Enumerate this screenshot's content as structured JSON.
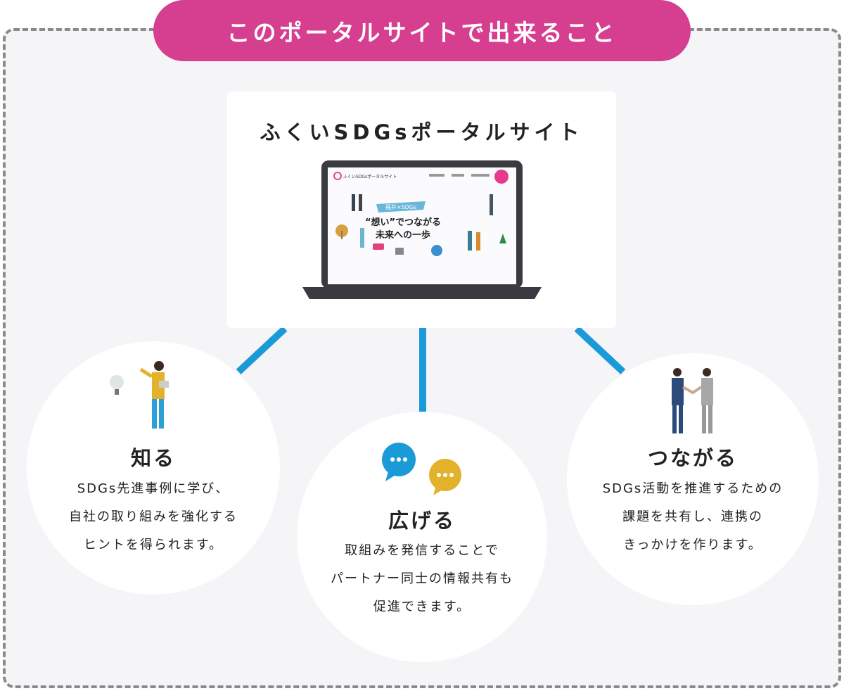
{
  "header": {
    "title": "このポータルサイトで出来ること"
  },
  "portal": {
    "title": "ふくいSDGsポータルサイト",
    "screen": {
      "site_name": "ふくいSDGsポータルサイト",
      "ribbon": "福井×SDGs",
      "headline1": "“想い”でつながる",
      "headline2": "未来への一歩"
    }
  },
  "colors": {
    "accent": "#d63f8f",
    "connector": "#1a9bd7",
    "bubble_blue": "#1a9bd7",
    "bubble_yellow": "#e3b22b"
  },
  "features": [
    {
      "icon": "person-with-lightbulb-icon",
      "title": "知る",
      "lines": [
        "SDGs先進事例に学び、",
        "自社の取り組みを強化する",
        "ヒントを得られます。"
      ]
    },
    {
      "icon": "chat-bubbles-icon",
      "title": "広げる",
      "lines": [
        "取組みを発信することで",
        "パートナー同士の情報共有も",
        "促進できます。"
      ]
    },
    {
      "icon": "handshake-icon",
      "title": "つながる",
      "lines": [
        "SDGs活動を推進するための",
        "課題を共有し、連携の",
        "きっかけを作ります。"
      ]
    }
  ]
}
